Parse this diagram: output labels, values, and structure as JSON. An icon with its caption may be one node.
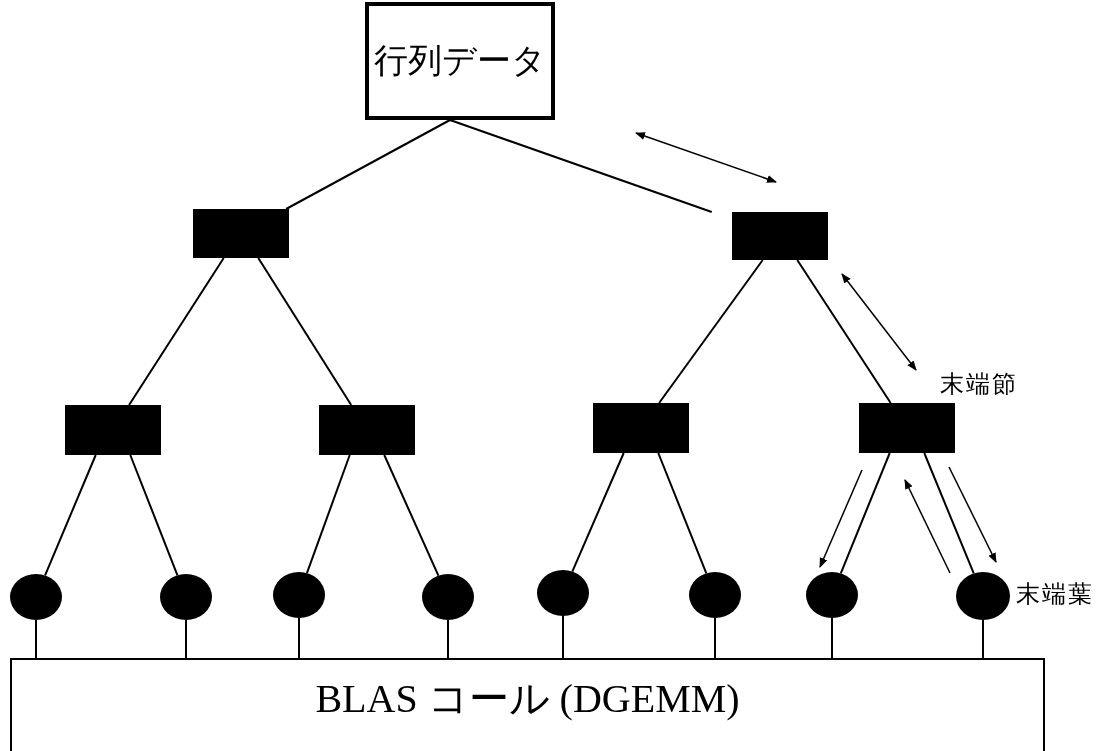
{
  "diagram": {
    "nodes": [
      {
        "text": [
          "行列データ"
        ]
      },
      {
        "text": [],
        "shape": "box"
      },
      {
        "text": [],
        "shape": "box"
      },
      {
        "text": [],
        "shape": "box"
      },
      {
        "text": [],
        "shape": "box"
      },
      {
        "text": [],
        "shape": "box"
      },
      {
        "text": [],
        "shape": "box",
        "beside": [
          "末端節"
        ]
      },
      {
        "text": [],
        "shape": "ellipse"
      },
      {
        "text": [],
        "shape": "ellipse"
      },
      {
        "text": [],
        "shape": "ellipse"
      },
      {
        "text": [],
        "shape": "ellipse"
      },
      {
        "text": [],
        "shape": "ellipse"
      },
      {
        "text": [],
        "shape": "ellipse"
      },
      {
        "text": [],
        "shape": "ellipse"
      },
      {
        "text": [],
        "shape": "ellipse",
        "beside": [
          "末端葉"
        ]
      },
      {
        "text": [
          "BLAS コール (DGEMM)"
        ]
      }
    ],
    "edges": [
      {
        "from": 0,
        "to": 1,
        "arrow": "none"
      },
      {
        "from": 0,
        "to": 2,
        "arrow": "none"
      },
      {
        "from": 1,
        "to": 3,
        "arrow": "none"
      },
      {
        "from": 1,
        "to": 4,
        "arrow": "none"
      },
      {
        "from": 2,
        "to": 5,
        "arrow": "none"
      },
      {
        "from": 2,
        "to": 6,
        "arrow": "none"
      },
      {
        "from": 3,
        "to": 7,
        "arrow": "none"
      },
      {
        "from": 3,
        "to": 8,
        "arrow": "none"
      },
      {
        "from": 4,
        "to": 9,
        "arrow": "none"
      },
      {
        "from": 4,
        "to": 10,
        "arrow": "none"
      },
      {
        "from": 5,
        "to": 11,
        "arrow": "none"
      },
      {
        "from": 5,
        "to": 12,
        "arrow": "none"
      },
      {
        "from": 6,
        "to": 13,
        "arrow": "none"
      },
      {
        "from": 6,
        "to": 14,
        "arrow": "none"
      },
      {
        "from": 7,
        "to": 15,
        "arrow": "none"
      },
      {
        "from": 8,
        "to": 15,
        "arrow": "none"
      },
      {
        "from": 9,
        "to": 15,
        "arrow": "none"
      },
      {
        "from": 10,
        "to": 15,
        "arrow": "none"
      },
      {
        "from": 11,
        "to": 15,
        "arrow": "none"
      },
      {
        "from": 12,
        "to": 15,
        "arrow": "none"
      },
      {
        "from": 13,
        "to": 15,
        "arrow": "none"
      },
      {
        "from": 14,
        "to": 15,
        "arrow": "none"
      }
    ]
  }
}
